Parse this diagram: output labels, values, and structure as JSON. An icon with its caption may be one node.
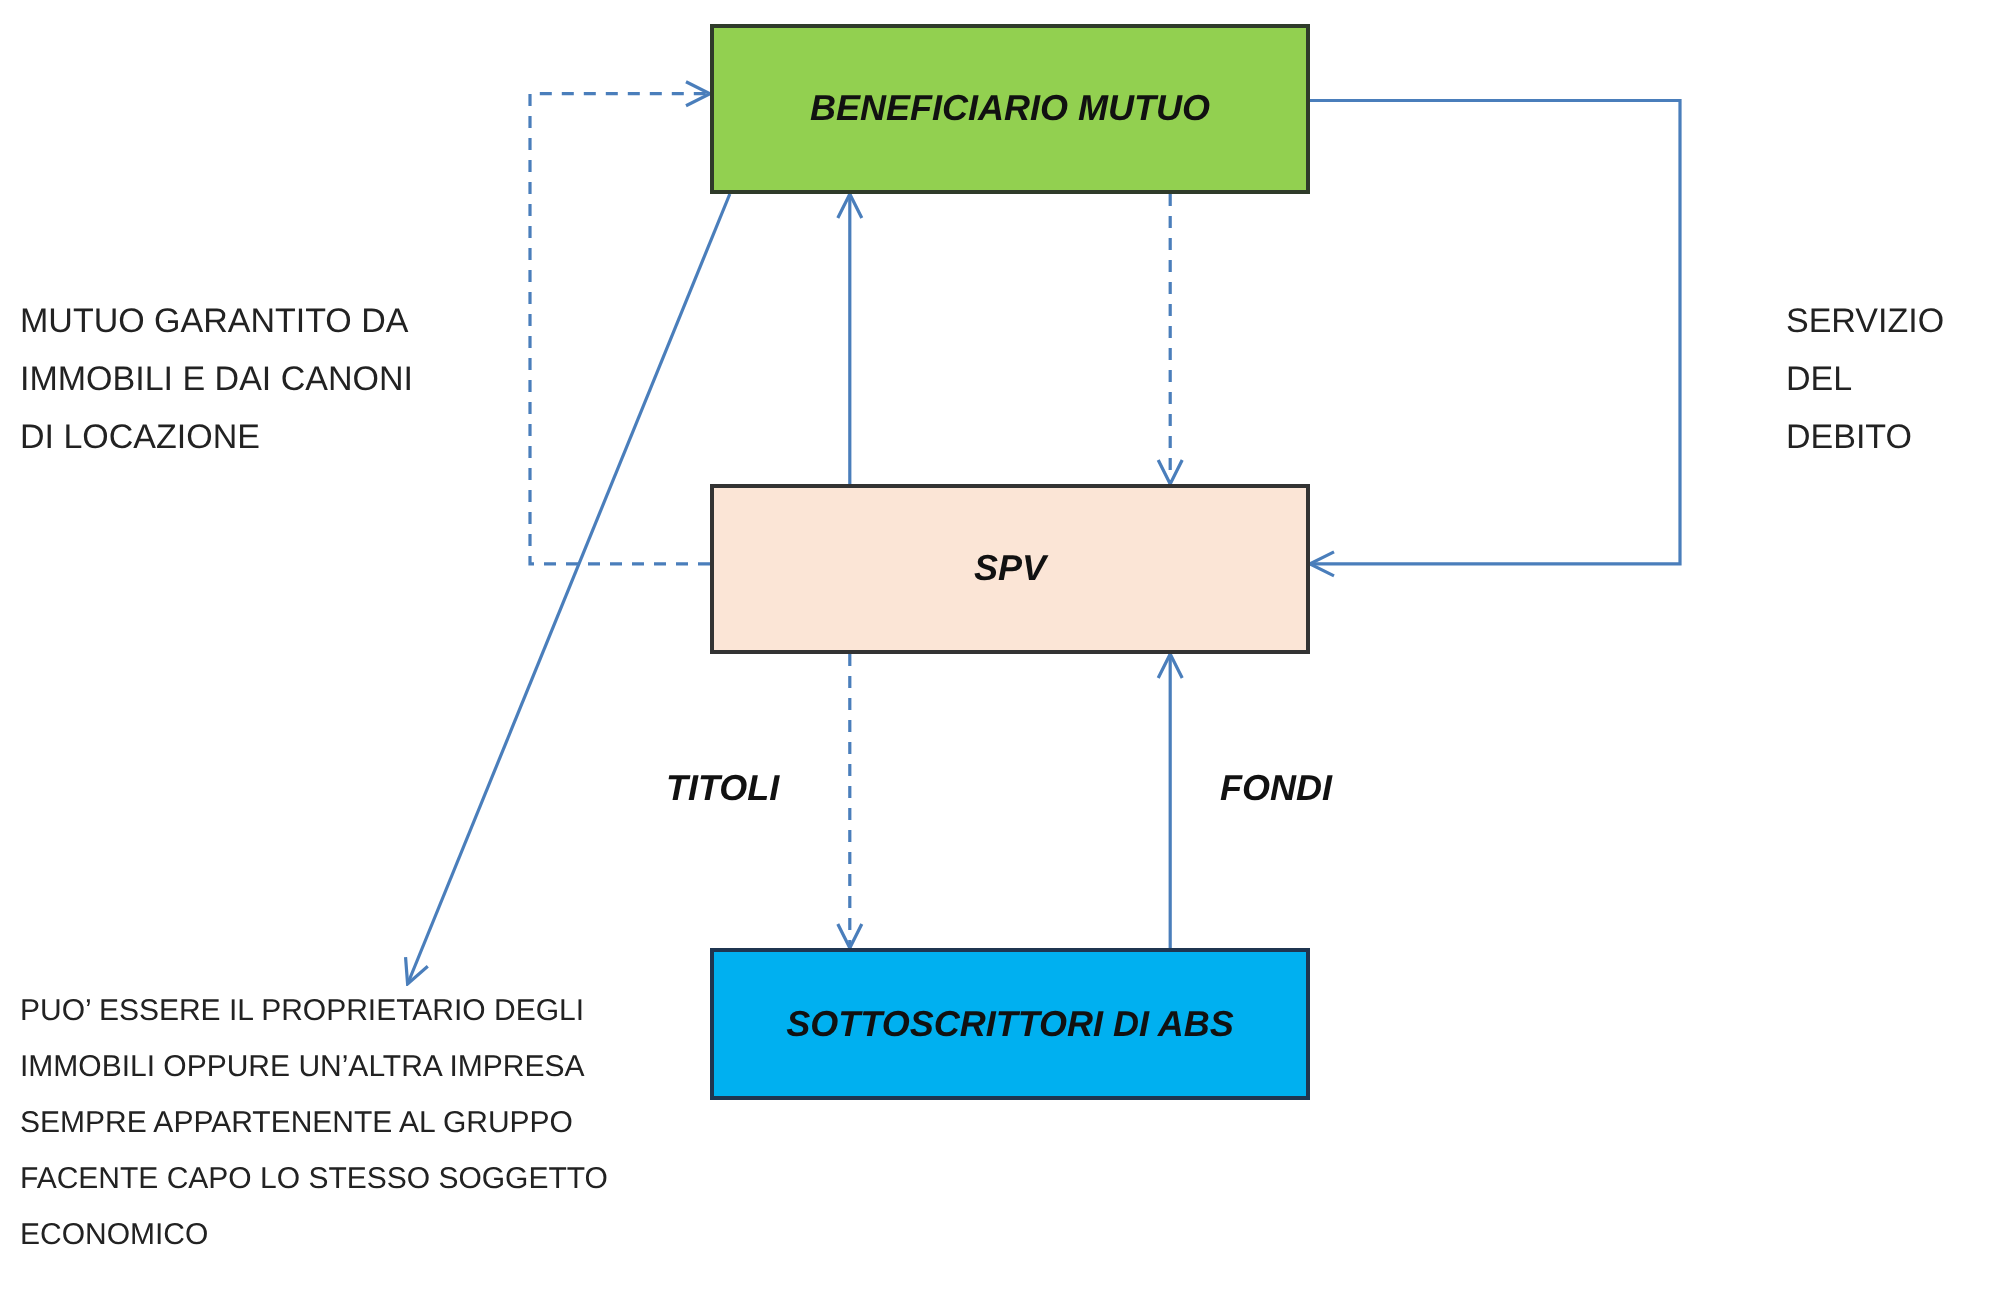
{
  "diagram": {
    "nodes": [
      {
        "text": [
          "BENEFICIARIO MUTUO"
        ]
      },
      {
        "text": [
          "SPV"
        ]
      },
      {
        "text": [
          "SOTTOSCRITTORI DI ABS"
        ]
      },
      {
        "text": [
          "PUO’ ESSERE IL PROPRIETARIO DEGLI IMMOBILI OPPURE UN’ALTRA IMPRESA SEMPRE APPARTENENTE AL GRUPPO FACENTE CAPO LO STESSO SOGGETTO ECONOMICO"
        ]
      }
    ],
    "edges": [
      {
        "from": 1,
        "to": 0,
        "arrow": "to",
        "style": "dashed"
      },
      {
        "from": 1,
        "to": 0,
        "arrow": "to"
      },
      {
        "from": 0,
        "to": 1,
        "arrow": "to",
        "style": "dashed"
      },
      {
        "from": 0,
        "to": 1,
        "arrow": "to"
      },
      {
        "from": 0,
        "to": 3,
        "arrow": "to"
      },
      {
        "from": 1,
        "to": 2,
        "arrow": "to",
        "style": "dashed"
      },
      {
        "from": 2,
        "to": 1,
        "arrow": "to"
      }
    ],
    "labels": [
      "MUTUO GARANTITO DA IMMOBILI E DAI CANONI DI LOCAZIONE",
      "SERVIZIO DEL DEBITO",
      "TITOLI",
      "FONDI"
    ]
  }
}
